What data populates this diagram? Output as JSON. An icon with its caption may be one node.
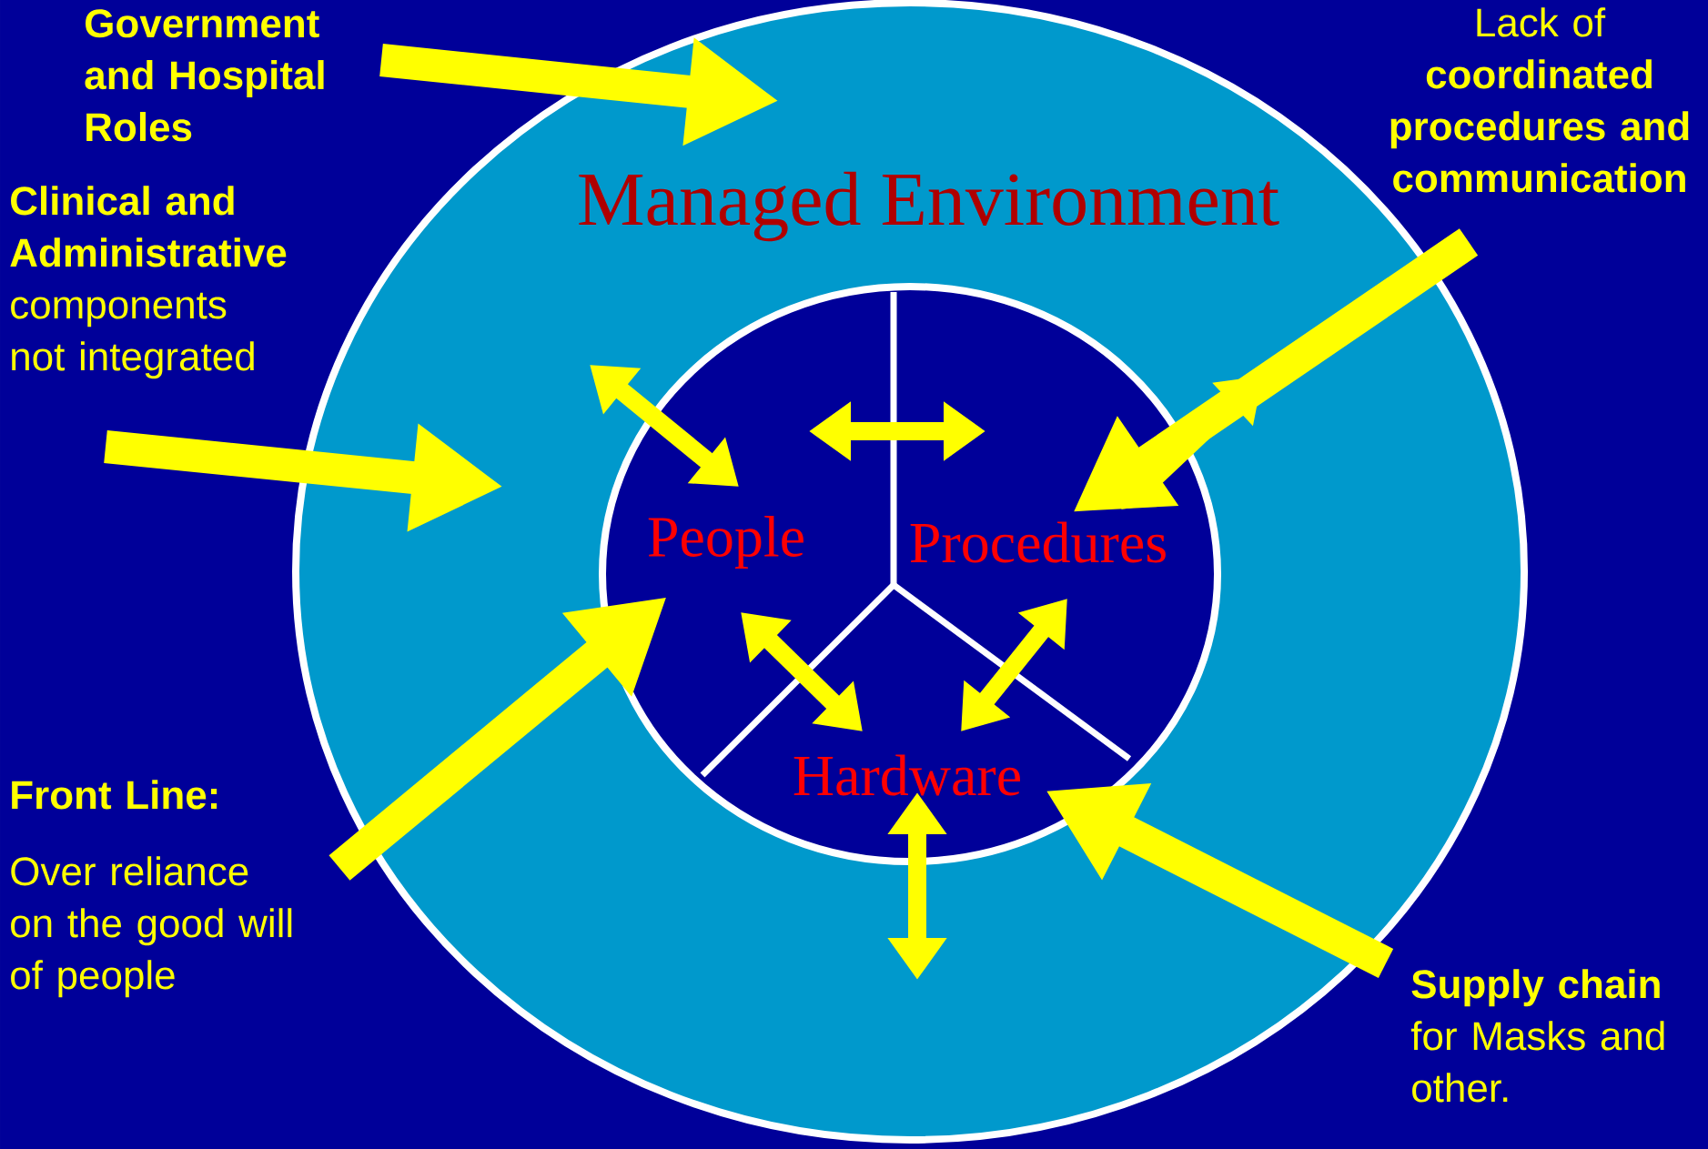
{
  "diagram": {
    "nodes": [
      {
        "text": [
          "Government and Hospital Roles"
        ]
      },
      {
        "text": [
          "Lack of **coordinated procedures and communication**"
        ]
      },
      {
        "text": [
          "Managed Environment"
        ]
      },
      {
        "text": [
          "**Clinical and Administrative** components not integrated"
        ]
      },
      {
        "text": [
          "People"
        ],
        "in": 2
      },
      {
        "text": [
          "Procedures"
        ],
        "in": 2
      },
      {
        "text": [
          "Hardware"
        ],
        "in": 2
      },
      {
        "text": [
          "Front Line:",
          "Over reliance on the good will of people"
        ]
      },
      {
        "text": [
          "**Supply chain** for Masks and other."
        ]
      }
    ],
    "edges": [
      {
        "from": 0,
        "to": 2,
        "arrow": "to",
        "style": "thick"
      },
      {
        "from": 3,
        "to": null,
        "arrow": "to",
        "style": "thick"
      },
      {
        "from": 1,
        "to": 5,
        "arrow": "to",
        "style": "thick"
      },
      {
        "from": 7,
        "to": 4,
        "arrow": "to",
        "style": "thick"
      },
      {
        "from": 8,
        "to": 6,
        "arrow": "to",
        "style": "thick"
      },
      {
        "from": 4,
        "to": 5,
        "arrow": "both"
      },
      {
        "from": 4,
        "to": 6,
        "arrow": "both"
      },
      {
        "from": 5,
        "to": 6,
        "arrow": "both"
      },
      {
        "from": 4,
        "to": null,
        "arrow": "both"
      },
      {
        "from": 5,
        "to": null,
        "arrow": "both"
      },
      {
        "from": 6,
        "to": null,
        "arrow": "both"
      }
    ]
  }
}
